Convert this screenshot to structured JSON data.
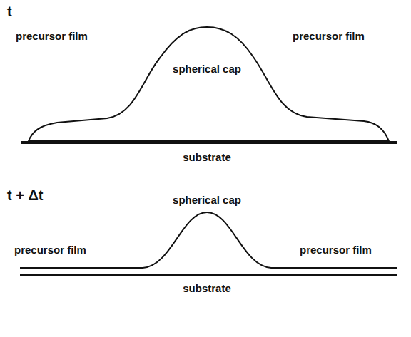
{
  "diagram": {
    "labels": [
      "t",
      "precursor film",
      "spherical cap",
      "precursor film",
      "substrate",
      "t + Δt",
      "spherical cap",
      "precursor film",
      "precursor film",
      "substrate"
    ]
  }
}
